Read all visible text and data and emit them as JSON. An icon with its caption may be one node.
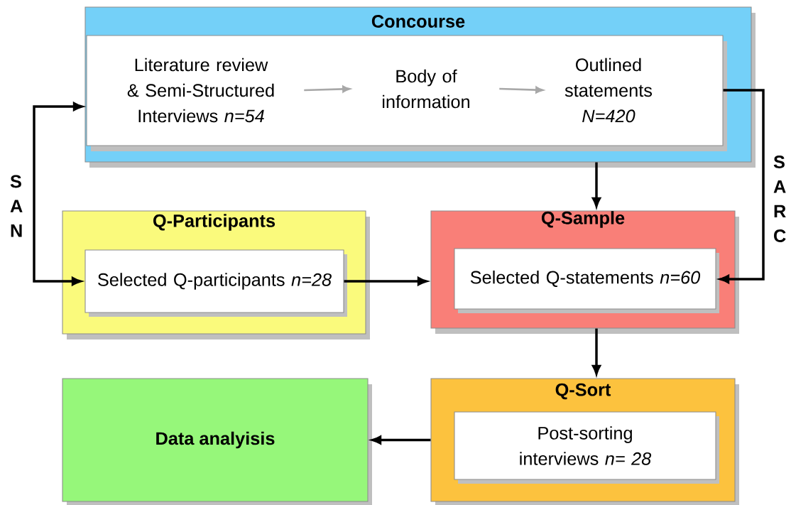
{
  "diagram": {
    "nodes": [
      {
        "text": [
          "Concourse"
        ]
      },
      {
        "text": [],
        "shape": "box",
        "in": 0
      },
      {
        "text": [
          "Literature review & Semi-Structured Interviews *n=54*"
        ],
        "in": 1
      },
      {
        "text": [
          "Body of information"
        ],
        "in": 1
      },
      {
        "text": [
          "Outlined statements *N=420*"
        ],
        "in": 1
      },
      {
        "text": [
          "Q-Participants"
        ]
      },
      {
        "text": [
          "Selected Q-participants *n=28*"
        ],
        "in": 5
      },
      {
        "text": [
          "Q-Sample"
        ]
      },
      {
        "text": [
          "Selected Q-statements *n=60*"
        ],
        "in": 7
      },
      {
        "text": [
          "Data analyisis"
        ]
      },
      {
        "text": [
          "Q-Sort"
        ]
      },
      {
        "text": [
          "Post-sorting interviews *n= 28*"
        ],
        "in": 10
      }
    ],
    "edges": [
      {
        "from": 2,
        "to": 3,
        "arrow": "to",
        "color": "#a8a8a8"
      },
      {
        "from": 3,
        "to": 4,
        "arrow": "to",
        "color": "#a8a8a8"
      },
      {
        "from": 1,
        "to": 6,
        "arrow": "both",
        "label": "S A N"
      },
      {
        "from": 1,
        "to": 8,
        "arrow": "to",
        "label": "S A R C"
      },
      {
        "from": 0,
        "to": 7,
        "arrow": "to"
      },
      {
        "from": 6,
        "to": 7,
        "arrow": "to"
      },
      {
        "from": 7,
        "to": 10,
        "arrow": "to"
      },
      {
        "from": 10,
        "to": 9,
        "arrow": "to"
      }
    ]
  }
}
